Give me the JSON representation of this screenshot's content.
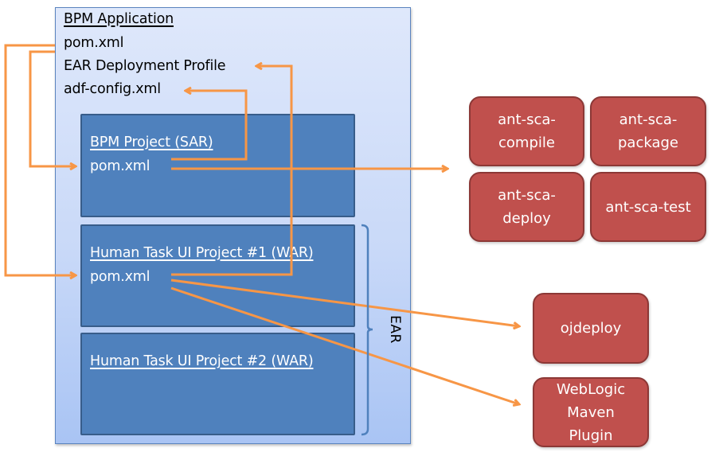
{
  "application": {
    "title": "BPM Application",
    "files": [
      "pom.xml",
      "EAR Deployment Profile",
      "adf-config.xml"
    ]
  },
  "projects": [
    {
      "title": "BPM Project (SAR)",
      "file": "pom.xml"
    },
    {
      "title": "Human Task UI Project #1 (WAR)",
      "file": "pom.xml"
    },
    {
      "title": "Human Task UI Project #2 (WAR)",
      "file": ""
    }
  ],
  "bracket_label": "EAR",
  "sca_targets": [
    {
      "lines": [
        "ant-sca-",
        "compile"
      ]
    },
    {
      "lines": [
        "ant-sca-",
        "package"
      ]
    },
    {
      "lines": [
        "ant-sca-",
        "deploy"
      ]
    },
    {
      "lines": [
        "ant-sca-test"
      ]
    }
  ],
  "war_targets": [
    {
      "lines": [
        "ojdeploy"
      ]
    },
    {
      "lines": [
        "WebLogic",
        "Maven",
        "Plugin"
      ]
    }
  ],
  "colors": {
    "container_top": "#dfe8fb",
    "container_bottom": "#a9c4f4",
    "project_fill": "#4f81bd",
    "project_border": "#385d8a",
    "target_fill": "#c0504d",
    "target_border": "#8c3836",
    "connector": "#f79646",
    "bracket": "#4f81bd"
  }
}
